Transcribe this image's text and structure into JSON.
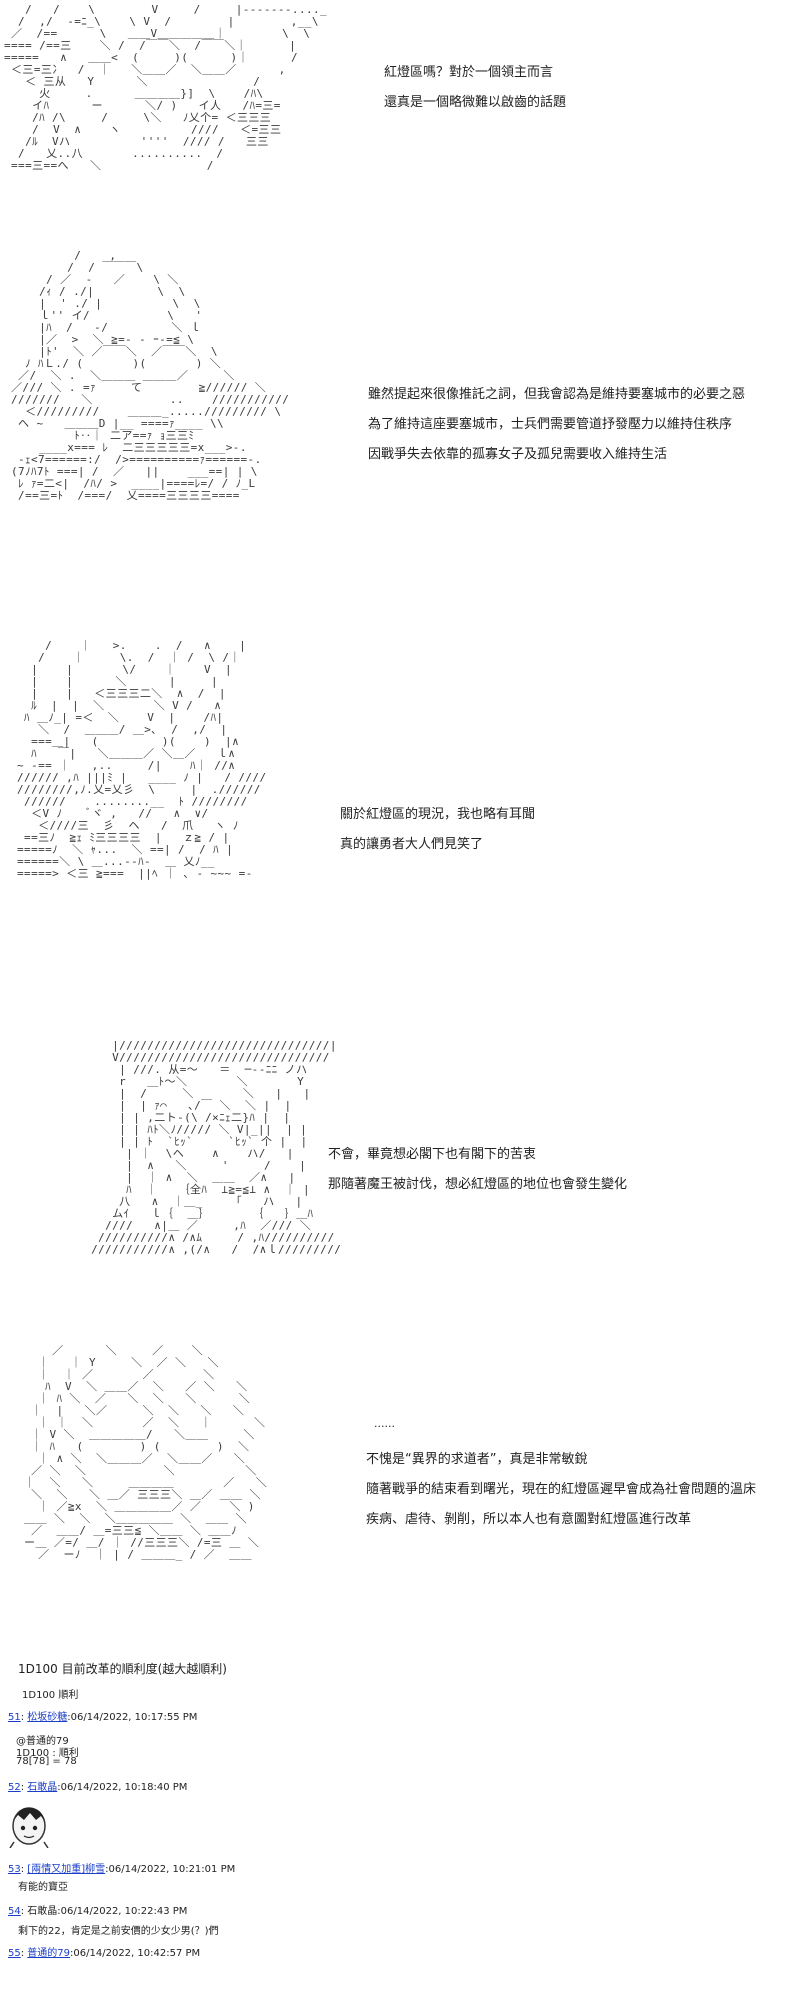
{
  "panels": [
    {
      "dialog": [
        "紅燈區嗎？對於一個領主而言",
        "還真是一個略微難以啟齒的話題"
      ],
      "aa": "   /   /    \\        V     /     |-------...._\n  /  ,/  -=ﾆ_\\    \\ V  /        |        ,__\\\n ／  /==      \\   ＿＿V＿＿＿＿＿｜        \\  \\\n==== /==三    ＼ /  /￣￣＼  /￣￣＼｜      |\n=====   ∧   ＿＿<  (     )(      )｜      /\n ＜三=三冫  /  ｜   ＼＿＿／  ＼＿＿／      ,\n   ＜ 三从   Y      ＼               /\n     火     .      ＿＿＿＿}]  \\    /ﾊ\\\n    イﾊ      ー      ＼/ )   イ人   /ﾊ=三=\n    /ﾊ /\\     /     \\＼   ﾉ乂个= ＜三三三\n    /  V  ∧    ヽ          ////   ＜=三三\n   /ﾙ  Vハ          ''''  //// /   三三\n  /   乂..八       ..........  /\n ===三==へ   ＼               /"
    },
    {
      "dialog": [
        "雖然提起來很像推託之詞，但我會認為是維持要塞城市的必要之惡",
        "為了維持這座要塞城市，士兵們需要管道抒發壓力以維持住秩序",
        "因戰爭失去依靠的孤寡女子及孤兒需要收入維持生活"
      ],
      "aa": "          /    ,\n         /  / ￣￣￣\\\n      / ／  -   ／    \\ ＼\n     /ｨ / ./|         \\  \\\n     |  ' ./ |          \\  \\\n     ｌ'' イ/           \\   '\n     |ﾊ  /   -/         ＼ ｌ\n     |／  >  ＼ ≧=- ‐ ｰ-=≦ \\\n     |ﾄ'  ＼ ／￣￣＼  ／￣￣＼  \\\n   ﾉ ﾊＬ./ (       )(       ) ＼\n  ／/  ＼ .  ＼＿＿＿ ＿＿＿／     ＼\n ／/// ＼ . =ｧ     て        ≧////// ＼\n ///////   ＼           ..    ///////////\n   ＜/////////    ＿＿＿_.....///////// \\\n  ヘ ~   ＿＿＿D |__ ====ｧ____ \\\\\n          ﾄ‥｜ 二ア==ｧ ｮ三三ﾐ\n     ____x=== ﾚ  二三三三三三=x___>-.\n  -ｪ<7======:/  />==========ｧ======-.\n (7ﾉﾊ7ﾄ ===| /  ／   ||    ___==| | \\\n  ﾚ ｧ=二<|  /ﾊ/ >  ____|====ﾚ=/ / ﾉ_L\n  /==三=ﾄ  /===/  乂====三三三三===="
    },
    {
      "dialog": [
        "關於紅燈區的現況，我也略有耳聞",
        "真的讓勇者大人們見笑了"
      ],
      "aa": "     /    ｜   >.    .  /   ∧    |\n    /    ｜     \\.  /  ｜ /  \\ /｜\n   |    |       \\/    ｜    V  |\n   |    |      ＼      |     |\n   |    |   ＜三三三二＼  ∧  /  |\n   ﾙ  |  |  ＼       ＼ V /   ∧ \n  ﾊ ＿ﾉ_| =＜  ＼    V  |    /ﾊ|\n    ＼  /  ＿＿＿/ ＿>､  /  ,/  |\n   ===＿|   (         )(    )  |∧\n   ﾊ   ￣|   ＼＿＿＿／ ＼＿／   ｌ∧\n ~ ‐== ｜   ,..     /|    ﾊ｜ //∧\n ////// ,ﾊ |||ﾐ |   ____ ﾉ |   / ////\n ////////,ﾉ.乂=乂彡  \\     |  .//////\n  //////    ........__  ﾄ ////////\n   ＜V ﾉ    ﾞヾ ,   //   ∧  ∨/\n    ＜////三  彡  ヘ   /  爪   ヽ ﾉ\n  ==三ﾉ  ≧ｪ ﾐ三三三三  |   ｚ≧ / |\n =====ﾉ  ＼ ｬ...  ＼ ==| /  / ﾊ |\n ======＼ \\ ＿...--ﾊ-  ＿ 乂ﾉ__\n =====> ＜三 ≧===  ||ﾍ ｜ ､ - ~~~ =-"
    },
    {
      "dialog": [
        "不會，畢竟想必閣下也有閣下的苦衷",
        "那隨著魔王被討伐，想必紅燈區的地位也會發生變化"
      ],
      "aa": "      |//////////////////////////////|\n      V//////////////////////////////\n       | ///. 从=～   ＝  ─--ﾆﾆ ノハ\n       r   ＿ﾄ～＼       ＼       Y\n       |  /     ＼       ＼   |   |\n       |  | ｧ⌒   ､/￣ ＼  ＼ |  |\n       | | ,二ト-(\\ /×ﾆｪ二}ﾊ |  |\n       | | ﾊﾄ＼ﾉ///// ＼ V|_||  | |\n       | | ﾄ  `ﾋｯ`     `ﾋｯ` 个 |  |\n        | ｜  \\ヘ    ∧    ハ/   |\n        |  ∧   ＼     '     /    |\n        |  ｜ ∧  ＼  ＿＿  ／∧   |\n        ﾊ  ｜   ｛全ﾊ  ⊥≧=≦⊥ ∧  ｜ |\n       八   ∧  ｜＿_    「   ハ   |\n      ムｲ   ｌ｛  ＿｝      ｛   ｝＿ﾊ\n     ////   ∧|＿ ／     ,ﾊ  ／/// ＼\n    //////////∧ /∧ﾑ     / ,ﾊ//////////\n   ///////////∧ ,(/∧   /  /∧ｌ////////////∧"
    },
    {
      "dialog": [
        "不愧是“異界的求道者”，真是非常敏銳",
        "隨著戰爭的結束看到曙光，現在的紅燈區遲早會成為社會問題的溫床",
        "疾病、虐待、剝削，所以本人也有意圖對紅燈區進行改革"
      ],
      "aa": "      ／      ＼     ／    ＼\n    ｜   ｜ Y     ＼  ／ ＼   ＼\n    ｜  ｜ ／       ／       ＼\n     ﾊ  V  ＼ ＿＿／  ＼   ／ ＼   ＼\n    ｜ ﾊ ＼  ／   ＼  ＼   ＼      ＼\n   ｜  |   ＼／     ＼  ＼   ＼   ＼\n    ｜ ｜  ＼       ／  ＼   ｜      ＼\n   ｜ V ＼  ＿＿＿＿＿/   ＼＿＿     ＼\n   ｜ ﾊ   (        ) (        )  ＼\n    ｜ ∧ ＼  ＼＿＿＿／  ＼＿＿／   ＼\n   ／ ＼  ＼           ＼          ＼\n  ｜  ＼   ＼     ＿＿＿＿       ／   ＼\n   ＼  ＼   ＼ ＿／ 三三三＼ ＿／ ＿＿ ＼\n    ｜ ／≧x  ＼ ＿＿＿＿＿／ ／    ＼ )\n  ＿＿ ＼  ＼  ＼＿＿＿＿＿ ＼  ＿＿ ＼ \n   ／  ＿＿/ ＿=三三≦ ＼＿＿ ＼ ＿＿ﾉ\n  ー＿ ／=/ ＿/ ｜ //三三三＼ /=三 ＿ ＼\n    ／  ーﾉ  ｜ | / ＿＿＿_ / ／  ＿＿"
    }
  ],
  "dots": "......",
  "posts": {
    "title": "1D100 目前改革的順利度(越大越順利)",
    "lines": [
      {
        "text": "1D100 順利"
      },
      {
        "num": "51",
        "name": "松坂砂糖",
        "date": "06/14/2022, 10:17:55 PM"
      },
      {
        "text": "@普通的79"
      },
      {
        "text": "1D100 : 順利"
      },
      {
        "text": "78[78] = 78"
      },
      {
        "num": "52",
        "name": "石敢晶",
        "date": "06/14/2022, 10:18:40 PM"
      },
      {
        "num": "53",
        "name": "[兩情又加重]",
        "name2": "柳雪",
        "date": "06/14/2022, 10:21:01 PM"
      },
      {
        "text": "有能的寶亞"
      },
      {
        "num": "54",
        "name": "石敢晶",
        "date": "06/14/2022, 10:22:43 PM"
      },
      {
        "text": "剩下的22，肯定是之前安價的少女少男(？)們"
      },
      {
        "num": "55",
        "name": "普通的79",
        "date": "06/14/2022, 10:42:57 PM"
      }
    ]
  }
}
